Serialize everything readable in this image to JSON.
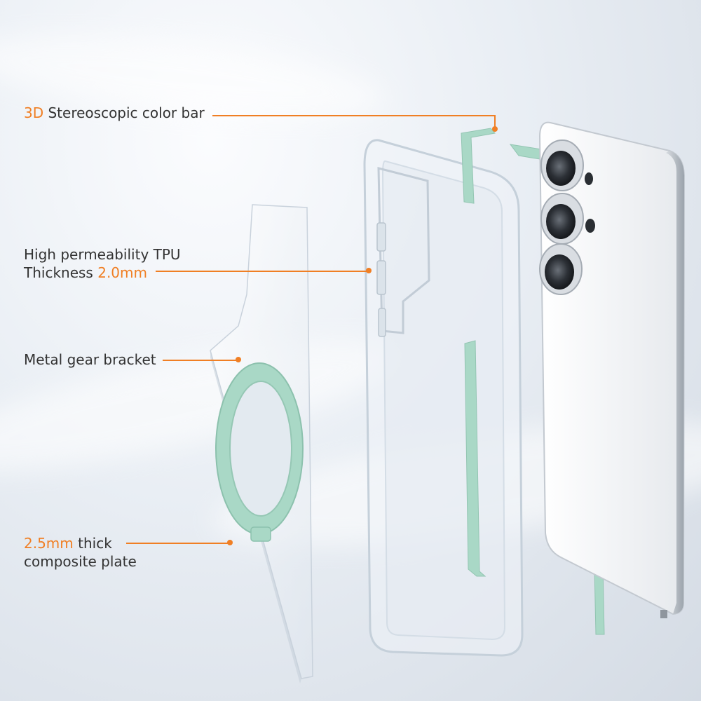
{
  "callouts": {
    "color_bar": {
      "accent": "3D",
      "text": " Stereoscopic color bar"
    },
    "tpu": {
      "line1": "High permeability TPU",
      "line2_text": "Thickness ",
      "line2_accent": "2.0mm"
    },
    "bracket": {
      "text": "Metal gear bracket"
    },
    "plate": {
      "line1_accent": "2.5mm",
      "line1_text": " thick",
      "line2": "composite plate"
    }
  },
  "colors": {
    "accent": "#f07f24",
    "mint": "#a9d8c6",
    "text": "#333333",
    "phone_back": "#f2f3f5",
    "frame": "#cfd8e0"
  },
  "icons": [
    "camera-lens-icon",
    "leader-dot-icon"
  ]
}
